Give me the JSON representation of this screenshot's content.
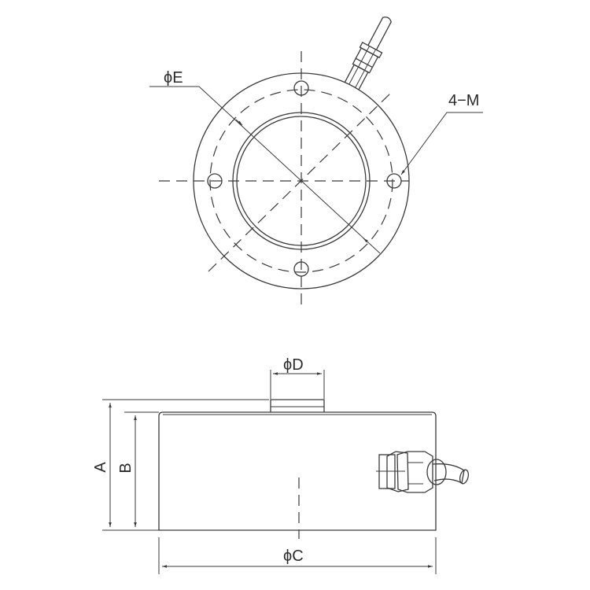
{
  "diagram": {
    "type": "engineering-drawing",
    "subject": "spoke-type load cell with flange and cable gland",
    "views": [
      "top view",
      "side view"
    ],
    "colors": {
      "line": "#3a3a3a",
      "text": "#2a2a2a",
      "background": "#ffffff"
    }
  },
  "top_view": {
    "labels": {
      "bolt_circle": "ϕE",
      "bolt_holes": "4−M"
    }
  },
  "side_view": {
    "labels": {
      "overall_height": "A",
      "body_height": "B",
      "boss_diameter": "ϕD",
      "body_diameter": "ϕC"
    }
  }
}
